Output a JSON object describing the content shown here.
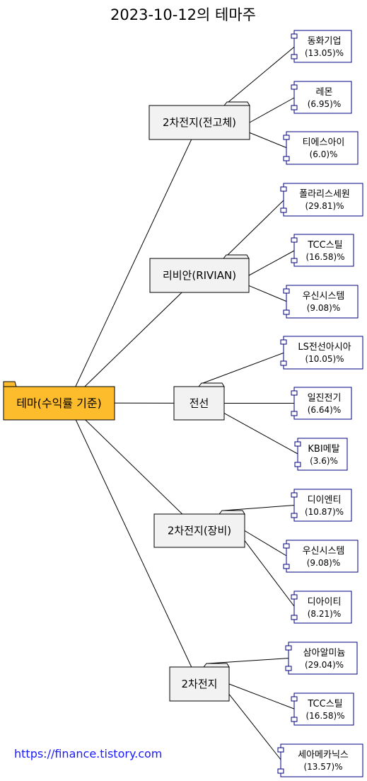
{
  "title": "2023-10-12의 테마주",
  "root": {
    "label": "테마(수익률 기준)"
  },
  "categories": [
    {
      "label": "2차전지(전고체)",
      "stocks": [
        {
          "name": "동화기업",
          "pct": "(13.05)%"
        },
        {
          "name": "레몬",
          "pct": "(6.95)%"
        },
        {
          "name": "티에스아이",
          "pct": "(6.0)%"
        }
      ]
    },
    {
      "label": "리비안(RIVIAN)",
      "stocks": [
        {
          "name": "폴라리스세원",
          "pct": "(29.81)%"
        },
        {
          "name": "TCC스틸",
          "pct": "(16.58)%"
        },
        {
          "name": "우신시스템",
          "pct": "(9.08)%"
        }
      ]
    },
    {
      "label": "전선",
      "stocks": [
        {
          "name": "LS전선아시아",
          "pct": "(10.05)%"
        },
        {
          "name": "일진전기",
          "pct": "(6.64)%"
        },
        {
          "name": "KBI메탈",
          "pct": "(3.6)%"
        }
      ]
    },
    {
      "label": "2차전지(장비)",
      "stocks": [
        {
          "name": "디이엔티",
          "pct": "(10.87)%"
        },
        {
          "name": "우신시스템",
          "pct": "(9.08)%"
        },
        {
          "name": "디아이티",
          "pct": "(8.21)%"
        }
      ]
    },
    {
      "label": "2차전지",
      "stocks": [
        {
          "name": "삼아알미늄",
          "pct": "(29.04)%"
        },
        {
          "name": "TCC스틸",
          "pct": "(16.58)%"
        },
        {
          "name": "세아메카닉스",
          "pct": "(13.57)%"
        }
      ]
    }
  ],
  "footer": "https://finance.tistory.com",
  "colors": {
    "root_fill": "#fcbc2c",
    "category_fill": "#f2f2f2",
    "leaf_fill": "#ffffff",
    "leaf_border": "#000080",
    "footer_text": "#1a1aff"
  }
}
